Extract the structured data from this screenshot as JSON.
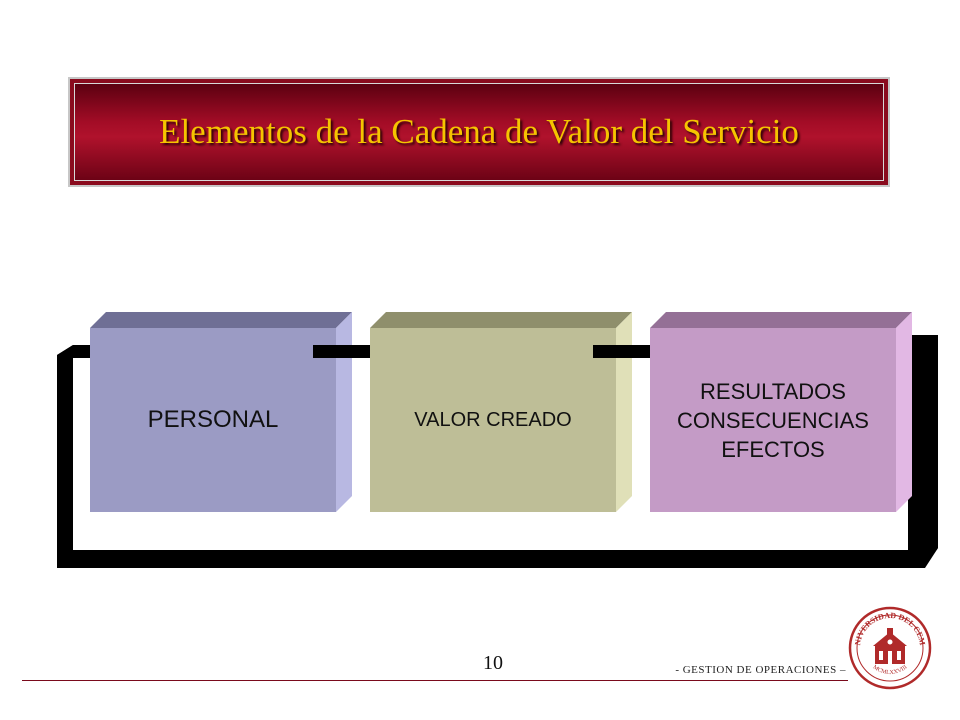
{
  "slide": {
    "title": "Elementos de la Cadena de Valor del Servicio",
    "page_number": "10",
    "footer": "- GESTION DE OPERACIONES –"
  },
  "diagram": {
    "boxes": [
      {
        "id": "personal",
        "lines": [
          "PERSONAL"
        ],
        "color": "#9b9bc4"
      },
      {
        "id": "valor",
        "lines": [
          "VALOR CREADO"
        ],
        "color": "#bebe97"
      },
      {
        "id": "resultados",
        "lines": [
          "RESULTADOS",
          "CONSECUENCIAS",
          "EFECTOS"
        ],
        "color": "#c49bc6"
      }
    ]
  },
  "seal": {
    "text_top": "UNIVERSIDAD DEL CEMA",
    "text_bottom": "MCMLXXVIII",
    "color": "#b02a2a"
  },
  "colors": {
    "banner": "#8a0b1e",
    "title_text": "#f5c400",
    "arrows": "#000000"
  }
}
